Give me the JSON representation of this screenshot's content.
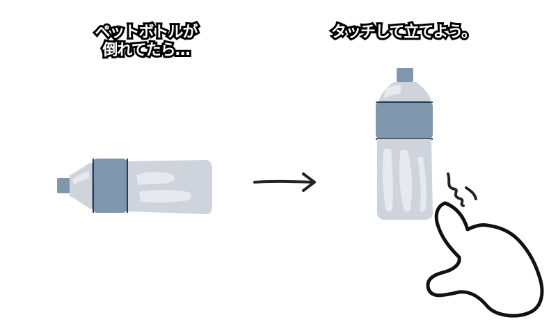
{
  "captions": {
    "left_line1": "ペットボトルが",
    "left_line2": "倒れてたら…",
    "right_line1": "タッチして立てよう。"
  },
  "colors": {
    "bottle_body": "#cfd4dc",
    "bottle_highlight": "#e6e9ee",
    "bottle_label": "#7f97ad",
    "bottle_cap": "#7f97ad",
    "line": "#222222"
  },
  "icons": {
    "fallen_bottle": "bottle-lying-icon",
    "standing_bottle": "bottle-standing-icon",
    "arrow": "arrow-right-icon",
    "hand": "pointing-hand-icon",
    "tap_mark": "tap-mark-icon"
  }
}
